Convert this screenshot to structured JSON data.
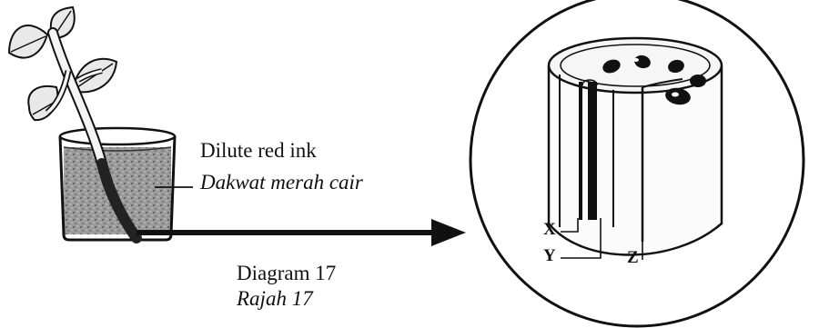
{
  "labels": {
    "ink_en": "Dilute red ink",
    "ink_ms": "Dakwat merah cair",
    "caption_en": "Diagram 17",
    "caption_ms": "Rajah 17"
  },
  "cross_section": {
    "x": "X",
    "y": "Y",
    "z": "Z"
  }
}
